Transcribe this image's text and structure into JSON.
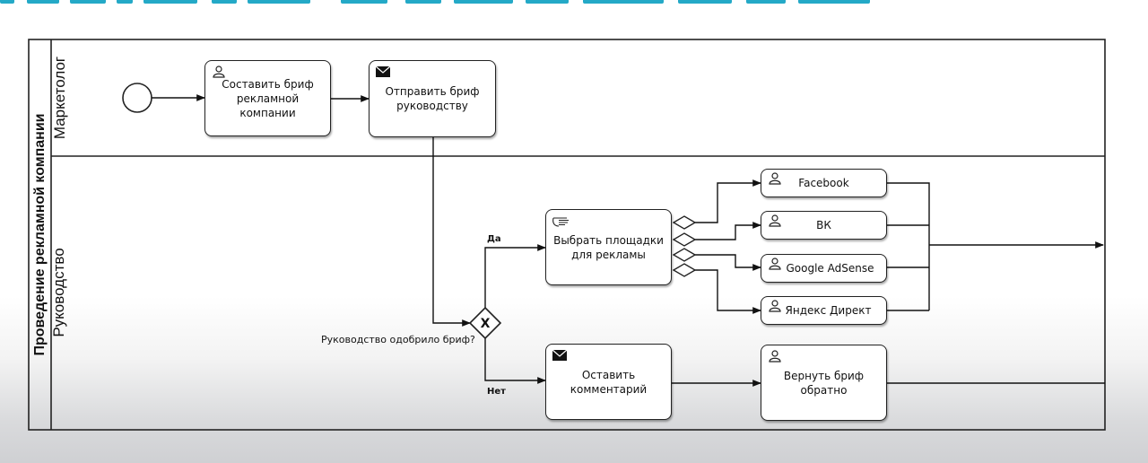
{
  "pool": {
    "title": "Проведение рекламной компании"
  },
  "lanes": [
    {
      "id": "marketer",
      "title": "Маркетолог"
    },
    {
      "id": "management",
      "title": "Руководство"
    }
  ],
  "tasks": {
    "compose": {
      "label": "Составить бриф рекламной компании",
      "icon": "user-task-icon"
    },
    "send": {
      "label": "Отправить бриф руководству",
      "icon": "envelope-icon"
    },
    "choose": {
      "label": "Выбрать площадки для рекламы",
      "icon": "manual-task-icon"
    },
    "comment": {
      "label": "Оставить комментарий",
      "icon": "envelope-icon"
    },
    "return": {
      "label": "Вернуть бриф обратно",
      "icon": "user-task-icon"
    },
    "facebook": {
      "label": "Facebook",
      "icon": "user-task-icon"
    },
    "vk": {
      "label": "ВК",
      "icon": "user-task-icon"
    },
    "adsense": {
      "label": "Google AdSense",
      "icon": "user-task-icon"
    },
    "yandex": {
      "label": "Яндекс Директ",
      "icon": "user-task-icon"
    }
  },
  "gateway": {
    "question": "Руководство одобрило бриф?",
    "symbol": "X",
    "yes_label": "Да",
    "no_label": "Нет"
  },
  "colors": {
    "accent": "#24a9c7",
    "stroke": "#222222"
  }
}
